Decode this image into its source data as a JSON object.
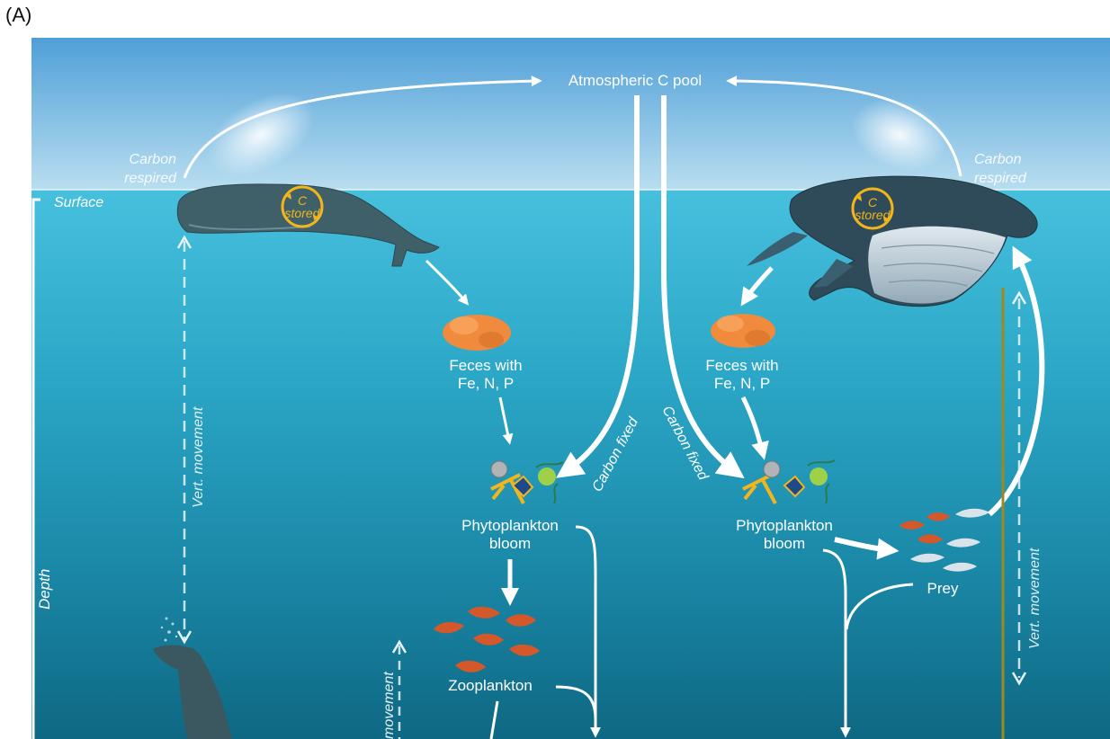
{
  "panel_label": "(A)",
  "labels": {
    "atmospheric_pool": "Atmospheric C pool",
    "carbon_respired_line1": "Carbon",
    "carbon_respired_line2": "respired",
    "surface": "Surface",
    "depth": "Depth",
    "vert_movement": "Vert. movement",
    "movement_partial": "movement",
    "c_stored_line1": "C",
    "c_stored_line2": "stored",
    "feces_line1": "Feces with",
    "feces_line2": "Fe, N, P",
    "carbon_fixed": "Carbon fixed",
    "phytoplankton_line1": "Phytoplankton",
    "phytoplankton_line2": "bloom",
    "zooplankton": "Zooplankton",
    "prey": "Prey"
  },
  "colors": {
    "sky_top": "#4f9fd8",
    "sky_bottom": "#b9def0",
    "water_top": "#46c0dd",
    "water_mid": "#1c94b3",
    "water_deep": "#0d6b87",
    "arrow": "#ffffff",
    "c_stored": "#f2b51c",
    "feces": "#f08a3c",
    "krill": "#d4582a",
    "olive_line": "#9b8a1e"
  }
}
